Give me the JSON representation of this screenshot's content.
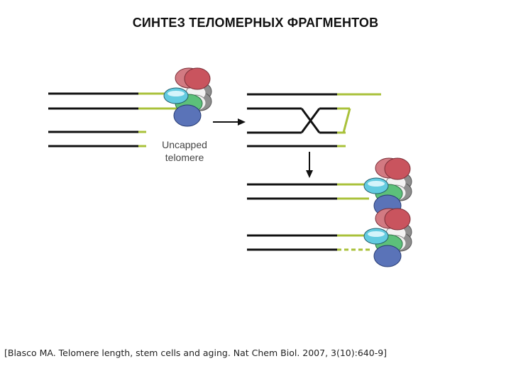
{
  "title": "СИНТЕЗ ТЕЛОМЕРНЫХ ФРАГМЕНТОВ",
  "diagram": {
    "label_line1": "Uncapped",
    "label_line2": "telomere",
    "colors": {
      "dna": "#111111",
      "telomere": "#a9c13a",
      "red": "#c8606a",
      "cyan": "#5ec8d8",
      "green": "#5cc07a",
      "blue": "#5a73b8",
      "gray": "#9a9a9a"
    }
  },
  "citation": "[Blasco MA. Telomere length, stem cells and aging. Nat Chem Biol. 2007, 3(10):640-9]"
}
